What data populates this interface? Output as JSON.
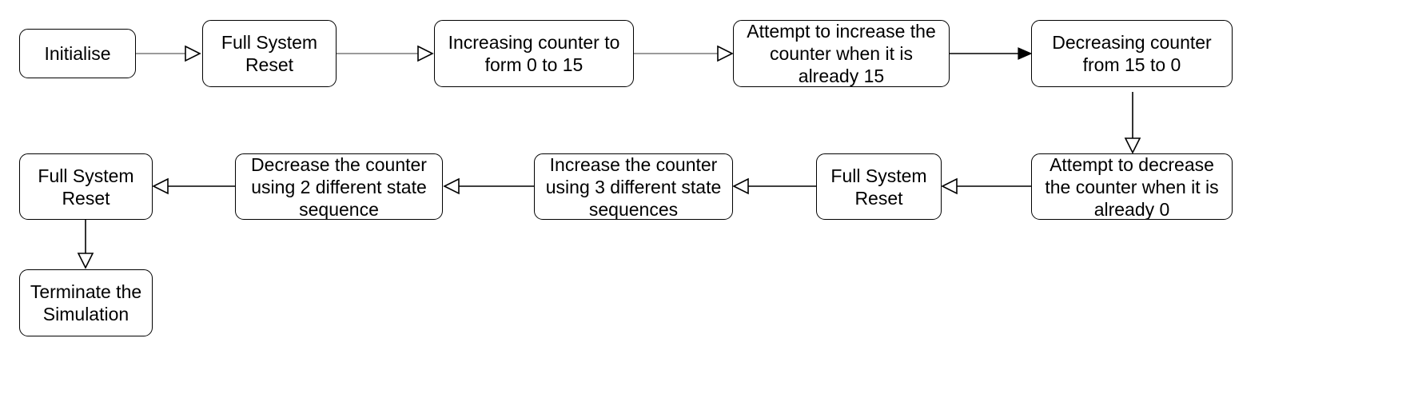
{
  "diagram": {
    "nodes": {
      "initialise": "Initialise",
      "reset1": "Full System\nReset",
      "increase": "Increasing counter to\nform 0 to 15",
      "attempt_inc": "Attempt to increase the\ncounter when it is\nalready 15",
      "decrease": "Decreasing counter\nfrom 15 to 0",
      "attempt_dec": "Attempt to decrease\nthe counter when it is\nalready 0",
      "reset2": "Full System\nReset",
      "inc3": "Increase the counter\nusing 3 different state\nsequences",
      "dec2": "Decrease the counter\nusing 2 different state\nsequence",
      "reset3": "Full System\nReset",
      "terminate": "Terminate the\nSimulation"
    },
    "edges": [
      {
        "from": "initialise",
        "to": "reset1",
        "arrowhead": "hollow"
      },
      {
        "from": "reset1",
        "to": "increase",
        "arrowhead": "hollow"
      },
      {
        "from": "increase",
        "to": "attempt_inc",
        "arrowhead": "hollow"
      },
      {
        "from": "attempt_inc",
        "to": "decrease",
        "arrowhead": "filled"
      },
      {
        "from": "decrease",
        "to": "attempt_dec",
        "arrowhead": "hollow"
      },
      {
        "from": "attempt_dec",
        "to": "reset2",
        "arrowhead": "hollow"
      },
      {
        "from": "reset2",
        "to": "inc3",
        "arrowhead": "hollow"
      },
      {
        "from": "inc3",
        "to": "dec2",
        "arrowhead": "hollow"
      },
      {
        "from": "dec2",
        "to": "reset3",
        "arrowhead": "hollow"
      },
      {
        "from": "reset3",
        "to": "terminate",
        "arrowhead": "hollow"
      }
    ]
  }
}
